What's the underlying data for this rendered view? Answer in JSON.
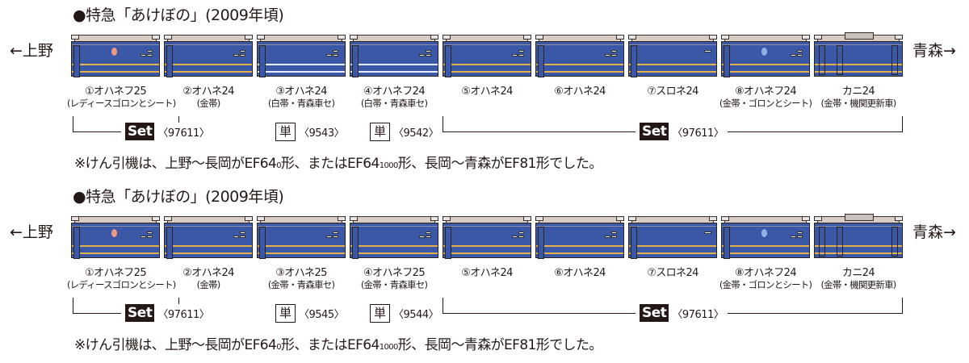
{
  "sections": [
    {
      "title": "●特急「あけぼの」(2009年頃)",
      "direction_left": "←上野",
      "direction_right": "青森→",
      "cars": [
        {
          "number": "①",
          "name": "オハネフ25",
          "note": "(レディースゴロンとシート)",
          "stripe": "gold",
          "dot": "#f09a84"
        },
        {
          "number": "②",
          "name": "オハネ24",
          "note": "(金帯)",
          "stripe": "gold"
        },
        {
          "number": "③",
          "name": "オハネ24",
          "note": "(白帯・青森車セ)",
          "stripe": "white"
        },
        {
          "number": "④",
          "name": "オハネフ24",
          "note": "(白帯・青森車セ)",
          "stripe": "white"
        },
        {
          "number": "⑤",
          "name": "オハネ24",
          "note": "",
          "stripe": "gold"
        },
        {
          "number": "⑥",
          "name": "オハネ24",
          "note": "",
          "stripe": "gold"
        },
        {
          "number": "⑦",
          "name": "スロネ24",
          "note": "",
          "stripe": "gold"
        },
        {
          "number": "⑧",
          "name": "オハネフ24",
          "note": "(金帯・ゴロンとシート)",
          "stripe": "gold",
          "dot": "#8fb4e8"
        },
        {
          "number": "",
          "name": "カニ24",
          "note": "(金帯・機関更新車)",
          "stripe": "gold"
        }
      ],
      "groups": [
        {
          "type": "Set",
          "badge": "Set",
          "code": "〈97611〉"
        },
        {
          "type": "single",
          "badge": "単",
          "code": "〈9543〉"
        },
        {
          "type": "single",
          "badge": "単",
          "code": "〈9542〉"
        },
        {
          "type": "Set",
          "badge": "Set",
          "code": "〈97611〉"
        }
      ],
      "note_parts": [
        "※けん引機は、上野～長岡がEF64",
        "0",
        "形、またはEF64",
        "1000",
        "形、長岡～青森がEF81形でした。"
      ]
    },
    {
      "title": "●特急「あけぼの」(2009年頃)",
      "direction_left": "←上野",
      "direction_right": "青森→",
      "cars": [
        {
          "number": "①",
          "name": "オハネフ25",
          "note": "(レディースゴロンとシート)",
          "stripe": "gold",
          "dot": "#f09a84"
        },
        {
          "number": "②",
          "name": "オハネ24",
          "note": "(金帯)",
          "stripe": "gold"
        },
        {
          "number": "③",
          "name": "オハネ25",
          "note": "(金帯・青森車セ)",
          "stripe": "gold"
        },
        {
          "number": "④",
          "name": "オハネフ25",
          "note": "(金帯・青森車セ)",
          "stripe": "gold"
        },
        {
          "number": "⑤",
          "name": "オハネ24",
          "note": "",
          "stripe": "gold"
        },
        {
          "number": "⑥",
          "name": "オハネ24",
          "note": "",
          "stripe": "gold"
        },
        {
          "number": "⑦",
          "name": "スロネ24",
          "note": "",
          "stripe": "gold"
        },
        {
          "number": "⑧",
          "name": "オハネフ24",
          "note": "(金帯・ゴロンとシート)",
          "stripe": "gold",
          "dot": "#8fb4e8"
        },
        {
          "number": "",
          "name": "カニ24",
          "note": "(金帯・機関更新車)",
          "stripe": "gold"
        }
      ],
      "groups": [
        {
          "type": "Set",
          "badge": "Set",
          "code": "〈97611〉"
        },
        {
          "type": "single",
          "badge": "単",
          "code": "〈9545〉"
        },
        {
          "type": "single",
          "badge": "単",
          "code": "〈9544〉"
        },
        {
          "type": "Set",
          "badge": "Set",
          "code": "〈97611〉"
        }
      ],
      "note_parts": [
        "※けん引機は、上野～長岡がEF64",
        "0",
        "形、またはEF64",
        "1000",
        "形、長岡～青森がEF81形でした。"
      ]
    }
  ],
  "colors": {
    "car_body": "#3b58a7",
    "roof": "#d8ccc4",
    "gold_stripe": "#e3b04b",
    "white_stripe": "#e6ecff",
    "text": "#231815"
  }
}
